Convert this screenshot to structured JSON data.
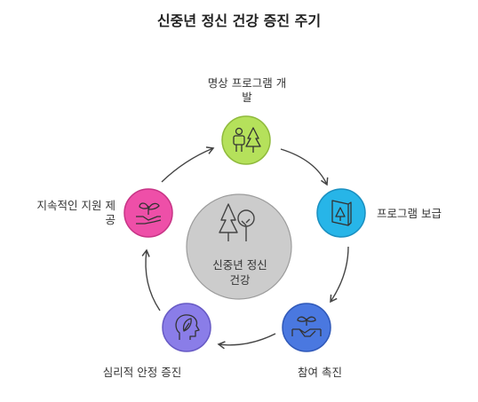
{
  "title": "신중년 정신 건강 증진 주기",
  "center": {
    "label_line1": "신중년 정신",
    "label_line2": "건강"
  },
  "nodes": [
    {
      "label_line1": "명상 프로그램 개",
      "label_line2": "발",
      "color": "#b5e15b",
      "icon": "person-and-tree-icon"
    },
    {
      "label_line1": "프로그램 보급",
      "label_line2": "",
      "color": "#27b5e8",
      "icon": "book-with-tree-icon"
    },
    {
      "label_line1": "참여 촉진",
      "label_line2": "",
      "color": "#4a78e0",
      "icon": "handshake-with-sprout-icon"
    },
    {
      "label_line1": "심리적 안정 증진",
      "label_line2": "",
      "color": "#8a7de8",
      "icon": "head-with-leaf-icon"
    },
    {
      "label_line1": "지속적인 지원 제",
      "label_line2": "공",
      "color": "#ee4fa8",
      "icon": "hand-holding-plant-icon"
    }
  ],
  "colors": {
    "center_fill": "#cccccc",
    "center_stroke": "#9c9c9c",
    "arrow": "#444444"
  }
}
